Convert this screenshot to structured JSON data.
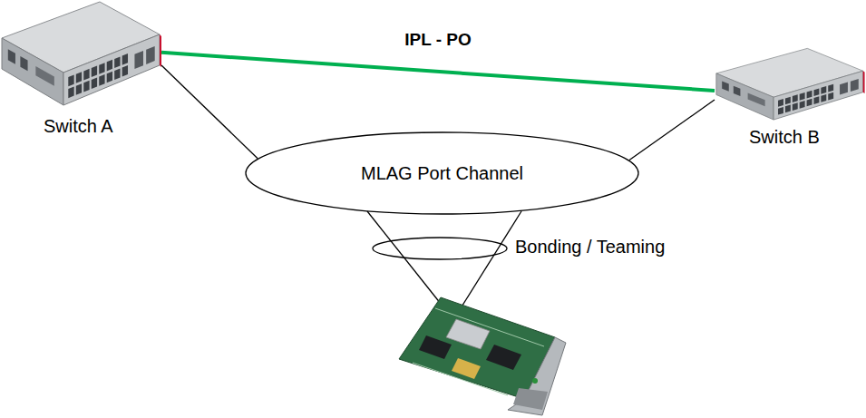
{
  "diagram": {
    "nodes": [
      {
        "text": [
          "Switch A"
        ]
      },
      {
        "text": [
          "Switch B"
        ]
      },
      {
        "text": [
          "MLAG Port Channel"
        ]
      },
      {
        "text": [
          "Bonding / Teaming"
        ]
      }
    ],
    "edges": [
      {
        "from": 0,
        "to": 1,
        "arrow": "none",
        "label": "IPL - PO"
      },
      {
        "from": 0,
        "to": 2,
        "arrow": "none"
      },
      {
        "from": 1,
        "to": 2,
        "arrow": "none"
      }
    ]
  }
}
